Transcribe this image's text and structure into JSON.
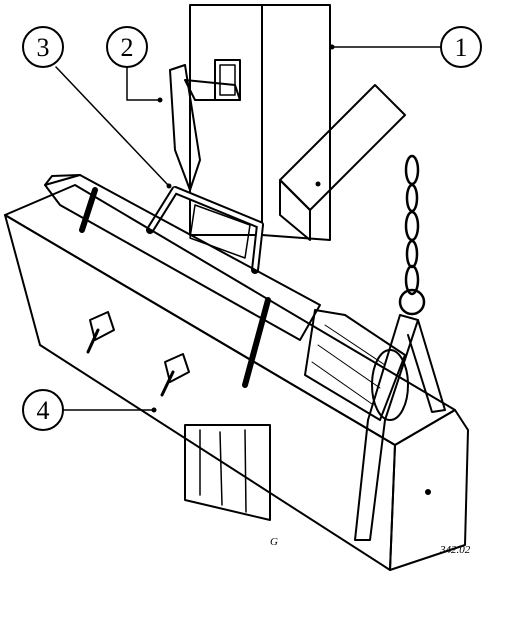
{
  "callouts": [
    {
      "id": "1",
      "label": "1"
    },
    {
      "id": "2",
      "label": "2"
    },
    {
      "id": "3",
      "label": "3"
    },
    {
      "id": "4",
      "label": "4"
    }
  ],
  "signature": {
    "initial": "G",
    "code": "342.02"
  },
  "colors": {
    "ink": "#000000",
    "paper": "#ffffff",
    "wood": "#f2f2f2",
    "metal": "#dcdcdc"
  }
}
